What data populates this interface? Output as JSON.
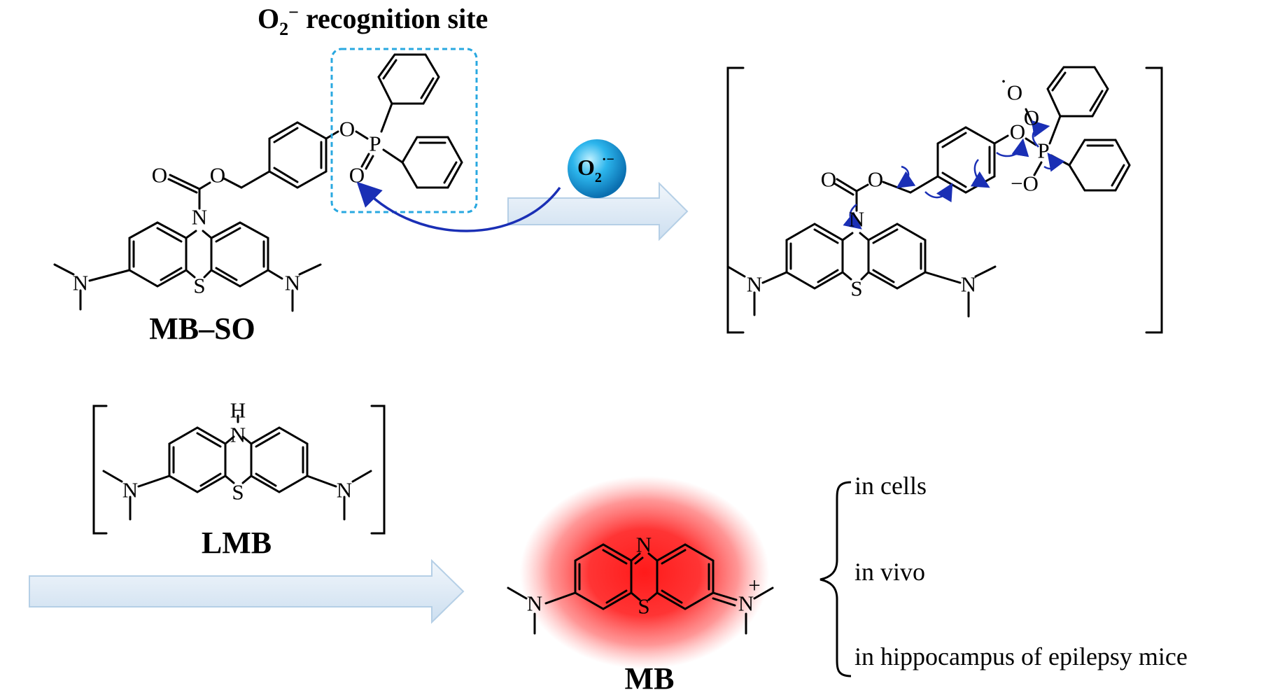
{
  "title": {
    "text_main": "O",
    "text_sub": "2",
    "text_sup": "−",
    "text_rest": " recognition site"
  },
  "reagent": {
    "main": "O",
    "sub": "2",
    "sup": "·−"
  },
  "compounds": {
    "mbso": "MB–SO",
    "lmb": "LMB",
    "mb": "MB"
  },
  "atoms": {
    "N": "N",
    "S": "S",
    "O": "O",
    "P": "P",
    "H": "H",
    "O_minus": "−O",
    "radical_dot": "·",
    "plus": "+"
  },
  "applications": [
    "in cells",
    "in vivo",
    "in hippocampus of epilepsy mice"
  ],
  "colors": {
    "recognition_box": "#29a8e0",
    "reagent_ball": "#1e9fdc",
    "curved_arrow": "#1a2fb5",
    "block_arrow_fill": "#dbe9f5",
    "block_arrow_stroke": "#b5cfe6",
    "mb_glow": "#ff2020"
  }
}
